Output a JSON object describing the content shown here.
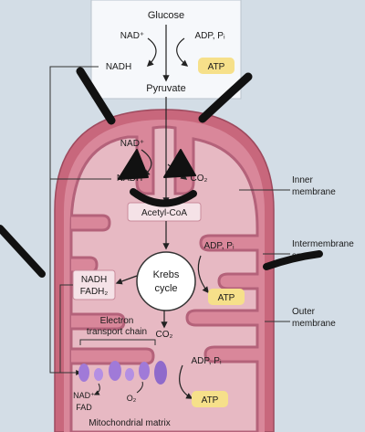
{
  "glycolysis": {
    "glucose": "Glucose",
    "nad_plus": "NAD⁺",
    "adp_pi": "ADP, Pᵢ",
    "nadh": "NADH",
    "atp": "ATP",
    "pyruvate": "Pyruvate"
  },
  "intermembrane": {
    "nad_plus": "NAD⁺",
    "nadh": "NADH",
    "co2": "CO₂",
    "acetyl_coa": "Acetyl-CoA"
  },
  "matrix": {
    "krebs_line1": "Krebs",
    "krebs_line2": "cycle",
    "adp_pi": "ADP, Pᵢ",
    "atp": "ATP",
    "co2": "CO₂",
    "nadh": "NADH",
    "fadh2": "FADH₂",
    "etc_line1": "Electron",
    "etc_line2": "transport chain",
    "adp_pi_2": "ADP, Pᵢ",
    "nad_plus": "NAD⁺",
    "fad": "FAD",
    "o2": "O₂",
    "atp_2": "ATP",
    "label": "Mitochondrial matrix"
  },
  "callouts": {
    "inner_line1": "Inner",
    "inner_line2": "membrane",
    "inter_line1": "Intermembrane",
    "inter_line2": "space",
    "outer_line1": "Outer",
    "outer_line2": "membrane"
  },
  "colors": {
    "background": "#d3dde6",
    "outer_membrane": "#c8677c",
    "intermembrane": "#d9879a",
    "matrix": "#e7b9c3",
    "atp_highlight": "#f6e08a",
    "protein": "#a07ad8",
    "drawing": "#111111"
  }
}
